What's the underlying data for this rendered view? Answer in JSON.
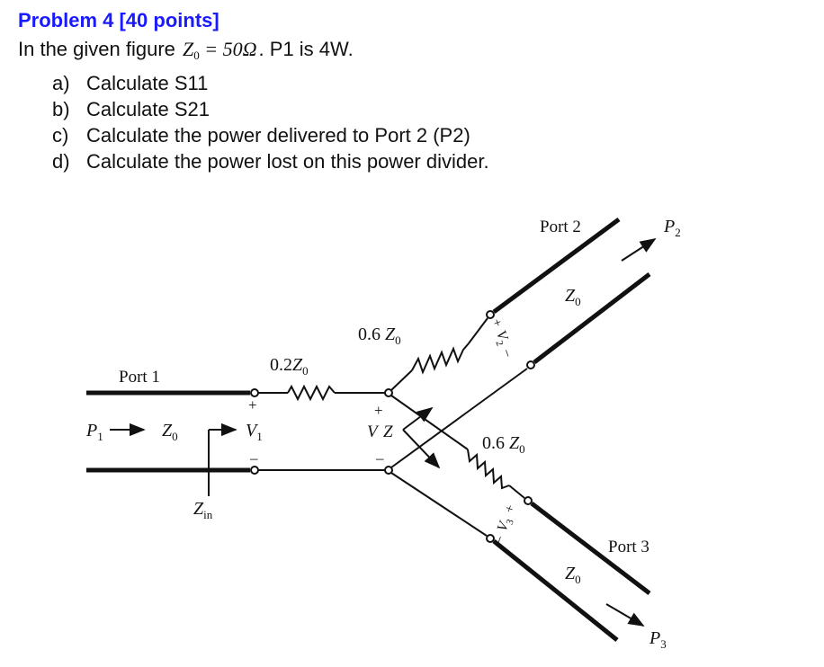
{
  "problem": {
    "heading": "Problem 4 [40 points]",
    "intro_before": "In the given figure",
    "z0_symbol": "Z",
    "z0_sub": "0",
    "z0_value": "= 50Ω",
    "intro_after": ". P1 is 4W.",
    "questions": [
      {
        "label": "a)",
        "text": "Calculate S11"
      },
      {
        "label": "b)",
        "text": "Calculate S21"
      },
      {
        "label": "c)",
        "text": "Calculate the power delivered to Port 2 (P2)"
      },
      {
        "label": "d)",
        "text": "Calculate the power lost on this power divider."
      }
    ]
  },
  "figure": {
    "port1": "Port 1",
    "port2": "Port 2",
    "port3": "Port 3",
    "p1": "P",
    "p1_sub": "1",
    "p2": "P",
    "p2_sub": "2",
    "p3": "P",
    "p3_sub": "3",
    "z0_main": "Z",
    "z0_sub": "0",
    "v1": "V",
    "v1_sub": "1",
    "v2": "V",
    "v2_sub": "2",
    "v3": "V",
    "v3_sub": "3",
    "v_center": "V",
    "z_center": "Z",
    "zin": "Z",
    "zin_sub": "in",
    "r1_coef": "0.2",
    "r2_coef": "0.6",
    "r3_coef": "0.6",
    "plus": "+",
    "minus": "–"
  }
}
